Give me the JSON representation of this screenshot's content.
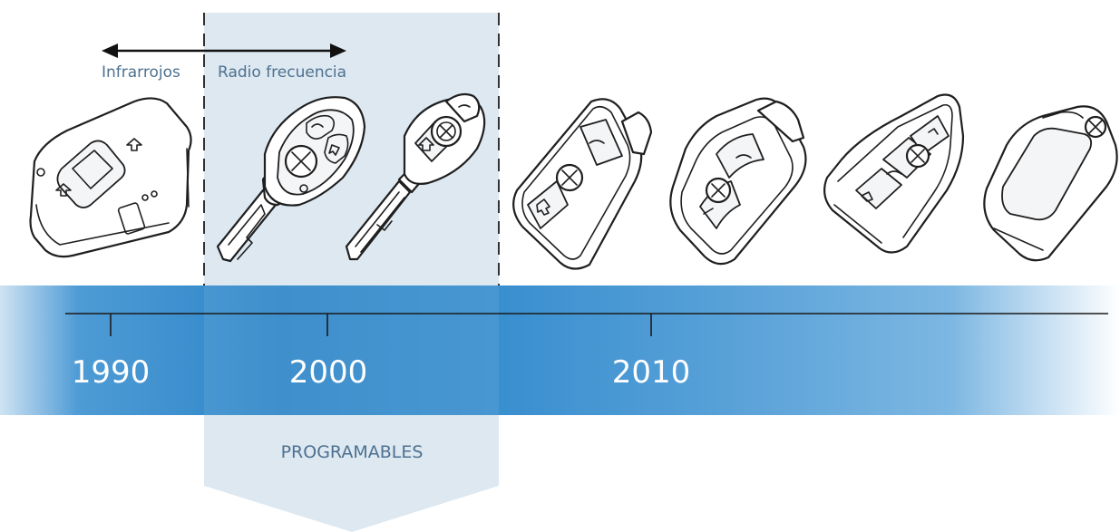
{
  "labels": {
    "infrared": "Infrarrojos",
    "radio": "Radio frecuencia",
    "programmable": "PROGRAMABLES"
  },
  "timeline": {
    "years": [
      "1990",
      "2000",
      "2010"
    ]
  },
  "colors": {
    "band_dark": "#2f86c8",
    "band_light": "#ffffff",
    "highlight": "#dde8f1",
    "label_text": "#4d7190",
    "year_text": "#ffffff",
    "line": "#1b1b1b"
  },
  "icons": [
    "infrared-remote-key-icon",
    "flip-key-icon",
    "diamond-key-icon",
    "smart-key-2010-icon",
    "smart-key-2013-icon",
    "smart-key-2017-icon",
    "display-key-icon",
    "double-arrow-icon"
  ]
}
